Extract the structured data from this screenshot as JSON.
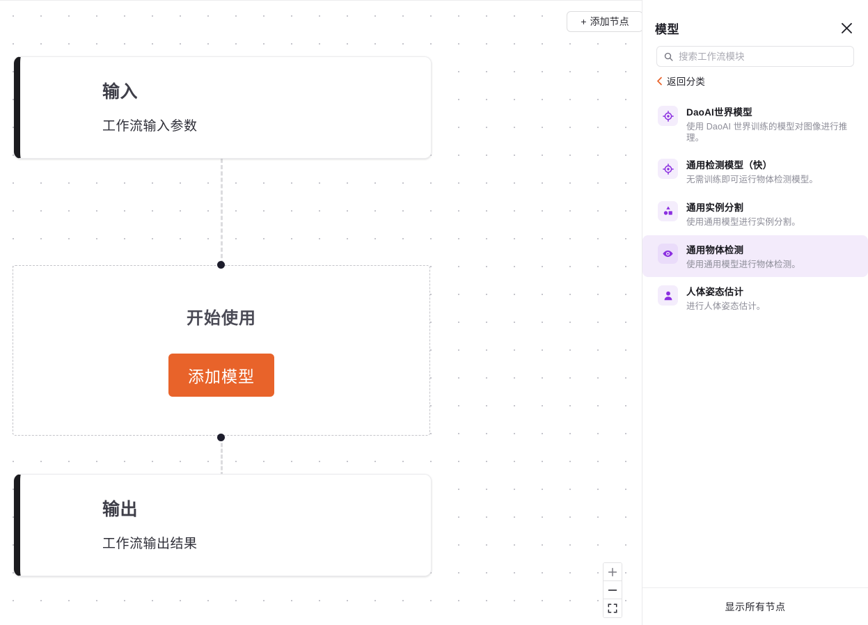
{
  "canvas": {
    "add_node_button": {
      "label": "添加节点",
      "plus": "+"
    },
    "nodes": {
      "input": {
        "title": "输入",
        "subtitle": "工作流输入参数"
      },
      "placeholder": {
        "title": "开始使用",
        "button_label": "添加模型"
      },
      "output": {
        "title": "输出",
        "subtitle": "工作流输出结果"
      }
    },
    "zoom_controls": {
      "zoom_in": "zoom-in-icon",
      "zoom_out": "zoom-out-icon",
      "fit_view": "fit-view-icon"
    }
  },
  "sidebar": {
    "title": "模型",
    "close": "close-icon",
    "search": {
      "placeholder": "搜索工作流模块",
      "value": ""
    },
    "back": {
      "label": "返回分类",
      "chevron": "chevron-left-icon"
    },
    "items": [
      {
        "name": "DaoAI世界模型",
        "description": "使用 DaoAI 世界训练的模型对图像进行推理。",
        "icon": "target-icon",
        "selected": false
      },
      {
        "name": "通用检测模型（快）",
        "description": "无需训练即可运行物体检测模型。",
        "icon": "target-icon",
        "selected": false
      },
      {
        "name": "通用实例分割",
        "description": "使用通用模型进行实例分割。",
        "icon": "shapes-icon",
        "selected": false
      },
      {
        "name": "通用物体检测",
        "description": "使用通用模型进行物体检测。",
        "icon": "eye-icon",
        "selected": true
      },
      {
        "name": "人体姿态估计",
        "description": "进行人体姿态估计。",
        "icon": "person-icon",
        "selected": false
      }
    ],
    "footer": {
      "label": "显示所有节点"
    }
  },
  "colors": {
    "accent_orange": "#e8632a",
    "icon_purple": "#8b2fe0",
    "icon_bg": "#f4edfc",
    "selected_row_bg": "#f3ebfb",
    "node_bar_dark": "#1b1b1f"
  }
}
